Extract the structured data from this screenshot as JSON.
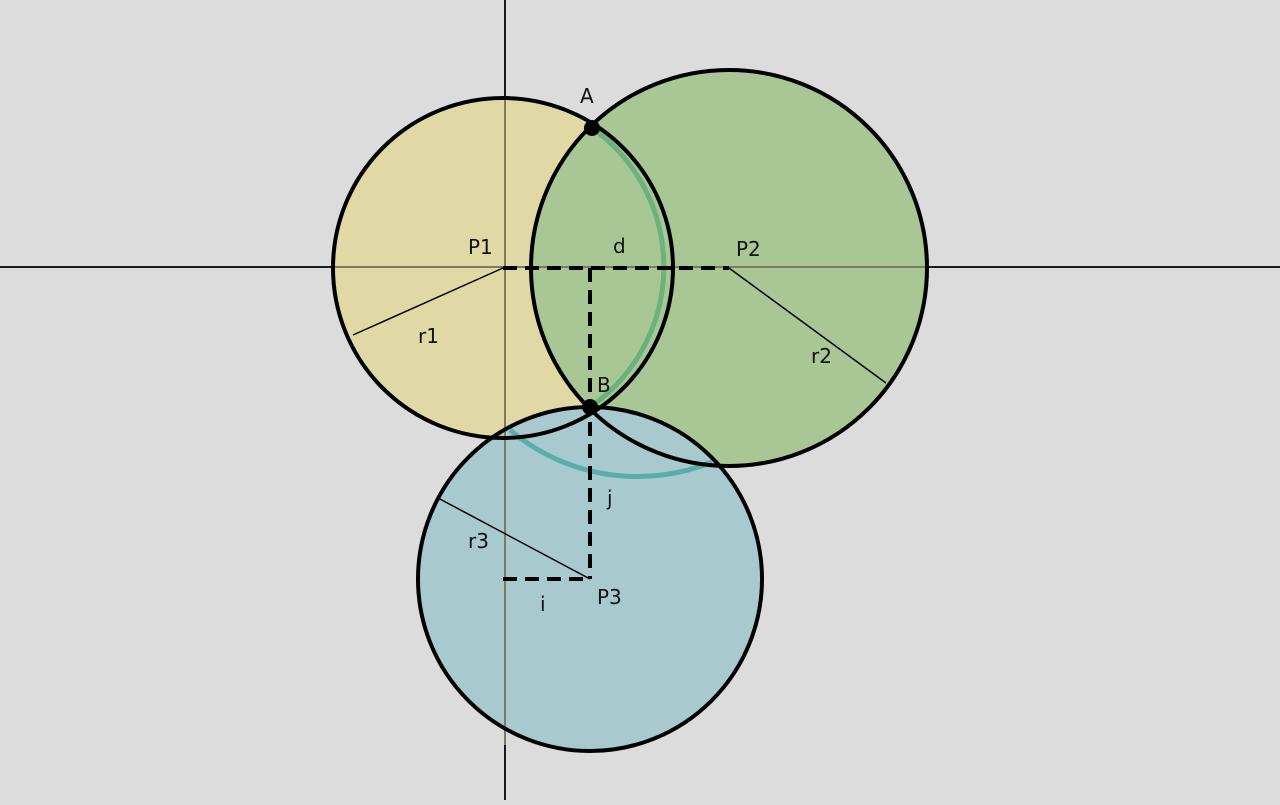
{
  "colors": {
    "background": "#dcdcdc",
    "axis": "#1a1a1a",
    "outline": "#000000",
    "circle1_fill": "#e0d9a6",
    "circle2_fill": "#a9c795",
    "circle3_fill": "#a8cace",
    "arc_highlight_green": "#6bb27c",
    "arc_highlight_teal": "#5aaeaa"
  },
  "diagram": {
    "circles": [
      {
        "id": "circle-1",
        "center_label": "P1",
        "radius_label": "r1"
      },
      {
        "id": "circle-2",
        "center_label": "P2",
        "radius_label": "r2"
      },
      {
        "id": "circle-3",
        "center_label": "P3",
        "radius_label": "r3"
      }
    ],
    "points": [
      {
        "id": "point-a",
        "label": "A"
      },
      {
        "id": "point-b",
        "label": "B"
      }
    ],
    "distances": {
      "d": "d",
      "i": "i",
      "j": "j"
    }
  }
}
